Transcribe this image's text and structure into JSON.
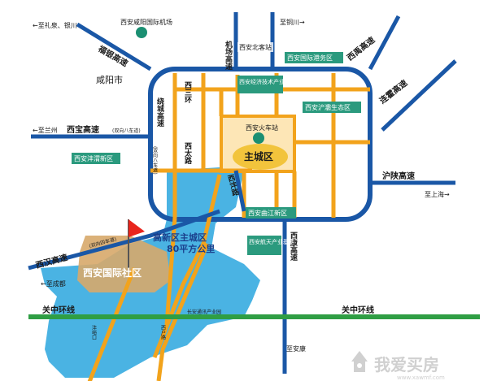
{
  "colors": {
    "ring_road": "#1a57a6",
    "orange_road": "#f2a31c",
    "green_road": "#2f9e44",
    "district_fill": "#4ab3e3",
    "green_area_fill": "#2b9a7e",
    "core_fill": "#fde6b6",
    "core_ellipse": "#f2c43c",
    "community_fill": "#f4b445",
    "flag": "#e8251d",
    "watermark": "#c8c8c8"
  },
  "roads": {
    "to_zhabei": "←至礼泉、银川",
    "fuyin_expressway": "福银高速",
    "to_tongchuan": "至铜川→",
    "airport_expressway": "机场高速",
    "ring_east_north": "西禹高速",
    "north_ring": "绕城高速",
    "west_santai_road": "西三环",
    "west_taiyuan_road": "西太路",
    "lianhuo_expressway": "连霍高速",
    "to_lanzhou": "←至兰州",
    "xibao_expressway": "西宝高速",
    "xibao_note": "(双向八车道)",
    "ring_west_note": "(双向八车道)",
    "hushan_expressway": "沪陕高速",
    "to_shanghai": "至上海→",
    "xihan_expressway": "西汉高速",
    "xihan_note": "(双向四车道)",
    "to_chengdu": "←至成都",
    "guanzhong_ring_left": "关中环线",
    "guanzhong_ring_right": "关中环线",
    "xikang_expressway": "西康高速",
    "to_ankang": "至安康",
    "xifeng_road": "西沣路",
    "changan_eco_industry": "长安通讯产业园",
    "west_handan_road": "沣峪口",
    "shengtang_road": "西户路"
  },
  "places": {
    "xianyang_airport": "西安咸阳国际机场",
    "xianyang_city": "咸阳市",
    "north_station": "西安北客站",
    "intl_port": "西安国际港务区",
    "econ_tech_zone": "西安经济技术产业开发区",
    "chanba_eco": "西安浐灞生态区",
    "train_station": "西安火车站",
    "main_city": "主城区",
    "fengwei_new_area": "西安沣渭新区",
    "qujiang_new_area": "西安曲江新区",
    "aerospace_base": "西安航天产业基地",
    "high_tech_label_1": "高新区主城区",
    "high_tech_label_2": "80平方公里",
    "intl_community": "西安国际社区"
  },
  "watermark": {
    "logo_text": "我爱买房",
    "site": "www.xawmf.com"
  }
}
